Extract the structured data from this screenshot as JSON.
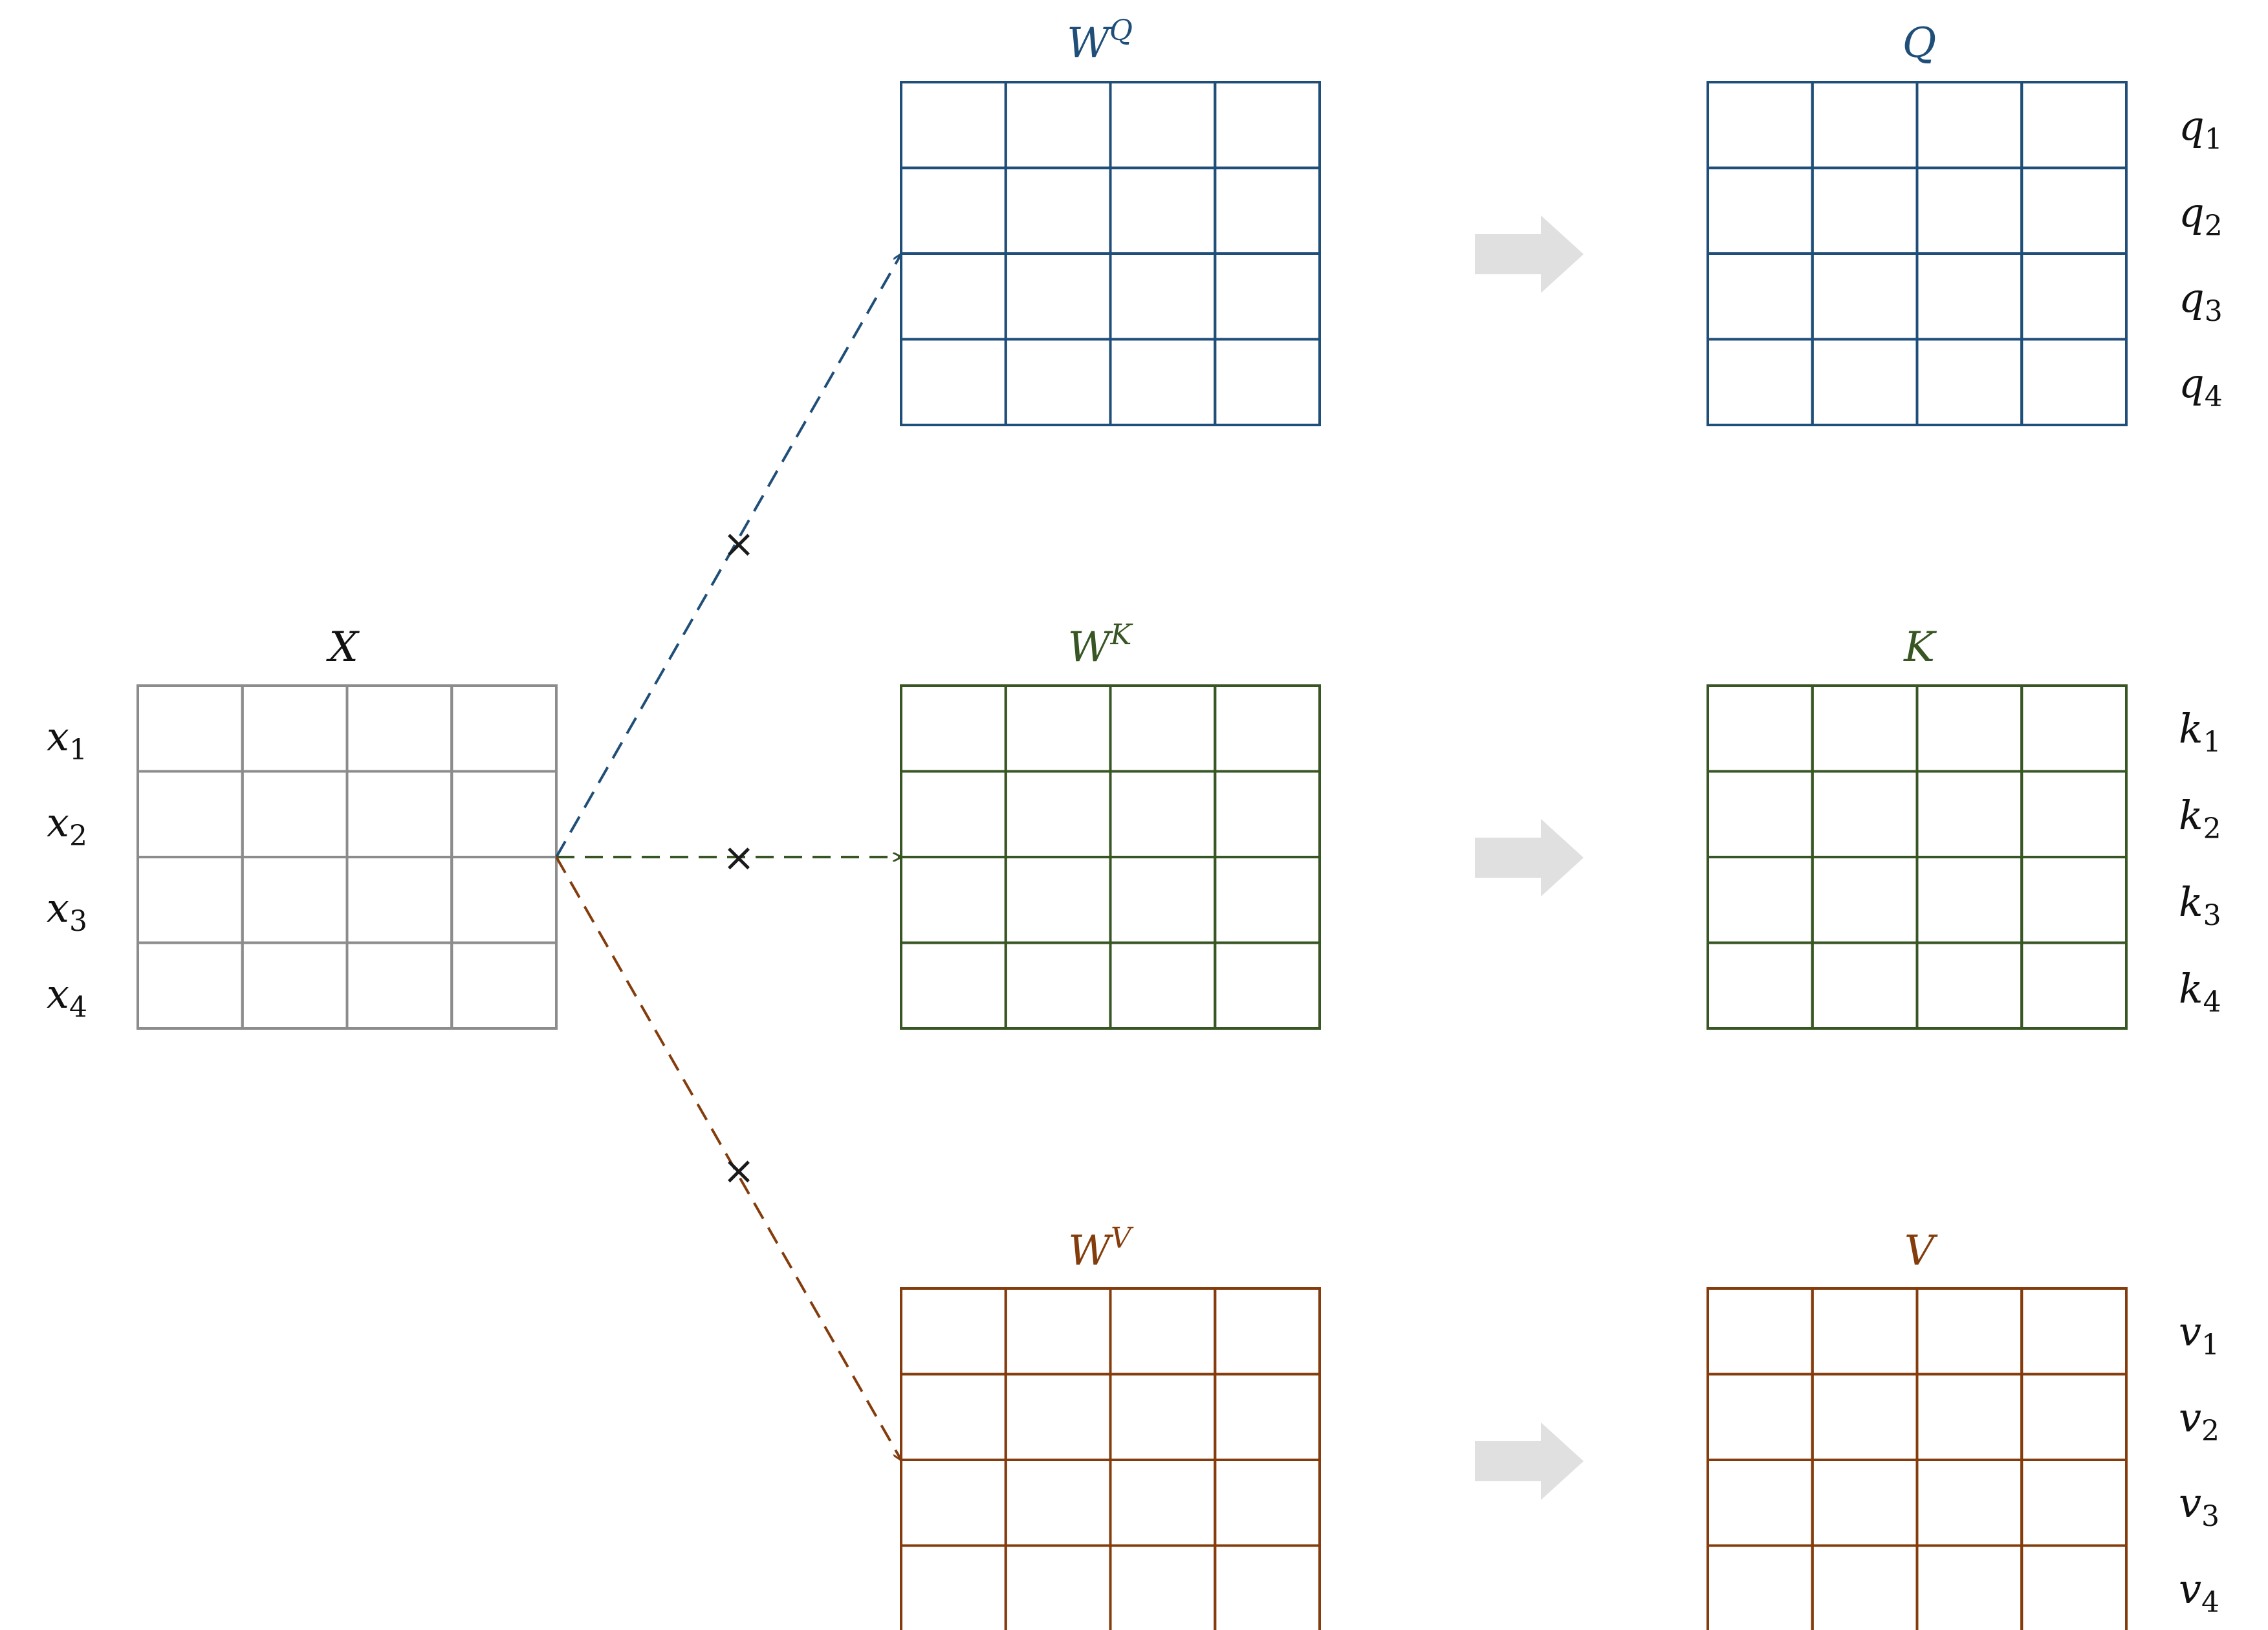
{
  "colors": {
    "gray": "#8c8c8c",
    "blue": "#1f4e79",
    "green": "#375623",
    "brown": "#843c0c",
    "arrow_fill": "#e0e0e0",
    "mark": "#1a1a1a"
  },
  "matrices": {
    "x": {
      "title": "X",
      "super": ""
    },
    "wq": {
      "title": "W",
      "super": "Q"
    },
    "wk": {
      "title": "W",
      "super": "K"
    },
    "wv": {
      "title": "W",
      "super": "V"
    },
    "q": {
      "title": "Q",
      "super": ""
    },
    "k": {
      "title": "K",
      "super": ""
    },
    "v": {
      "title": "V",
      "super": ""
    }
  },
  "row_labels": {
    "x": [
      {
        "base": "x",
        "sub": "1"
      },
      {
        "base": "x",
        "sub": "2"
      },
      {
        "base": "x",
        "sub": "3"
      },
      {
        "base": "x",
        "sub": "4"
      }
    ],
    "q": [
      {
        "base": "q",
        "sub": "1"
      },
      {
        "base": "q",
        "sub": "2"
      },
      {
        "base": "q",
        "sub": "3"
      },
      {
        "base": "q",
        "sub": "4"
      }
    ],
    "k": [
      {
        "base": "k",
        "sub": "1"
      },
      {
        "base": "k",
        "sub": "2"
      },
      {
        "base": "k",
        "sub": "3"
      },
      {
        "base": "k",
        "sub": "4"
      }
    ],
    "v": [
      {
        "base": "v",
        "sub": "1"
      },
      {
        "base": "v",
        "sub": "2"
      },
      {
        "base": "v",
        "sub": "3"
      },
      {
        "base": "v",
        "sub": "4"
      }
    ]
  },
  "multiply_symbol": "×"
}
